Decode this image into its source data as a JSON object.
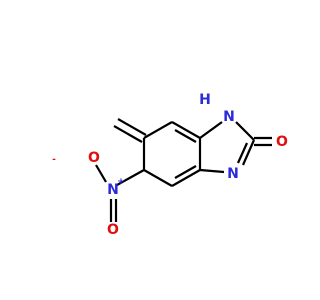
{
  "molecule": {
    "atoms": {
      "nh": {
        "label": "H N",
        "h": "H",
        "n": "N"
      },
      "carbonyl_o": {
        "label": "O"
      },
      "ring_n": {
        "label": "N"
      },
      "nitro_n": {
        "label": "N",
        "charge": "+"
      },
      "nitro_o": {
        "label": "O",
        "charge": "-"
      },
      "nitro_o2": {
        "label": "O"
      }
    }
  },
  "colors": {
    "carbon_bond": "#000000",
    "nitrogen": "#2b2bd8",
    "oxygen": "#e01010"
  }
}
